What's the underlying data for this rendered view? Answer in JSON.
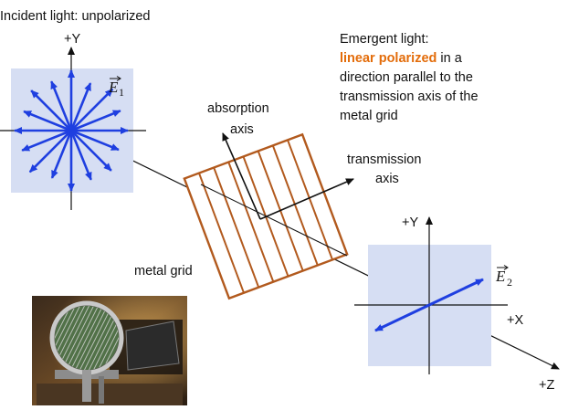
{
  "incident": {
    "caption": "Incident light:  unpolarized",
    "y_axis_label": "+Y",
    "vector_symbol": "E",
    "vector_subscript": "1"
  },
  "emergent": {
    "line1": "Emergent light:",
    "highlight": "linear polarized",
    "line2_rest": " in a",
    "line3": "direction parallel to the",
    "line4": "transmission axis of the",
    "line5": "metal grid",
    "y_axis_label": "+Y",
    "x_axis_label": "+X",
    "vector_symbol": "E",
    "vector_subscript": "2"
  },
  "grid": {
    "absorption_line1": "absorption",
    "absorption_line2": "axis",
    "transmission_line1": "transmission",
    "transmission_line2": "axis",
    "label": "metal grid"
  },
  "z_axis_label": "+Z",
  "colors": {
    "highlight_text": "#E36C0A",
    "vector_blue": "#1F3FE0",
    "grid_brown": "#B25A1E",
    "panel_fill": "#D6DEF3"
  },
  "icons": [
    "photo-metal-grid-polarizer"
  ]
}
